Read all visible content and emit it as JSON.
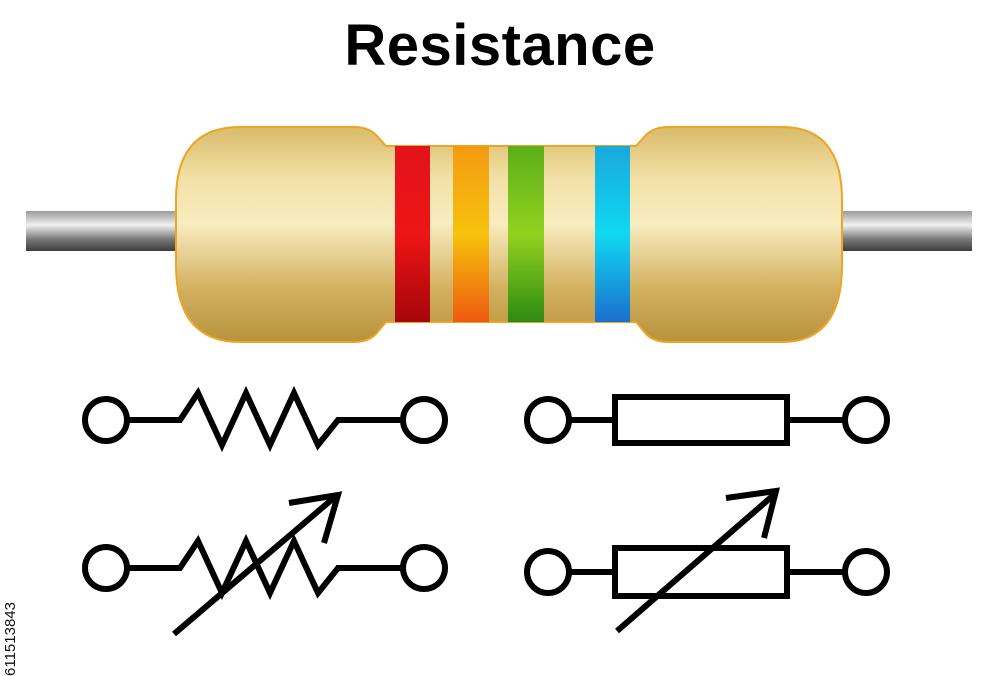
{
  "title": "Resistance",
  "stock_id": "611513843",
  "colors": {
    "body_light": "#f6e6ae",
    "body_mid": "#dcbd6c",
    "body_dark": "#b8923d",
    "body_outline": "#eea526",
    "lead_light": "#e8e8e8",
    "lead_dark": "#3d3d3d",
    "band_1": "#d0080f",
    "band_2": "#f29a10",
    "band_3": "#5fb51a",
    "band_4": "#1ab3e0",
    "symbol_stroke": "#000000"
  },
  "symbols": [
    {
      "name": "fixed resistor (IEEE zigzag)",
      "kind": "zigzag"
    },
    {
      "name": "fixed resistor (IEC rectangle)",
      "kind": "rectangle"
    },
    {
      "name": "variable resistor (IEEE zigzag with arrow)",
      "kind": "zigzag-variable"
    },
    {
      "name": "variable resistor (IEC rectangle with arrow)",
      "kind": "rectangle-variable"
    }
  ]
}
